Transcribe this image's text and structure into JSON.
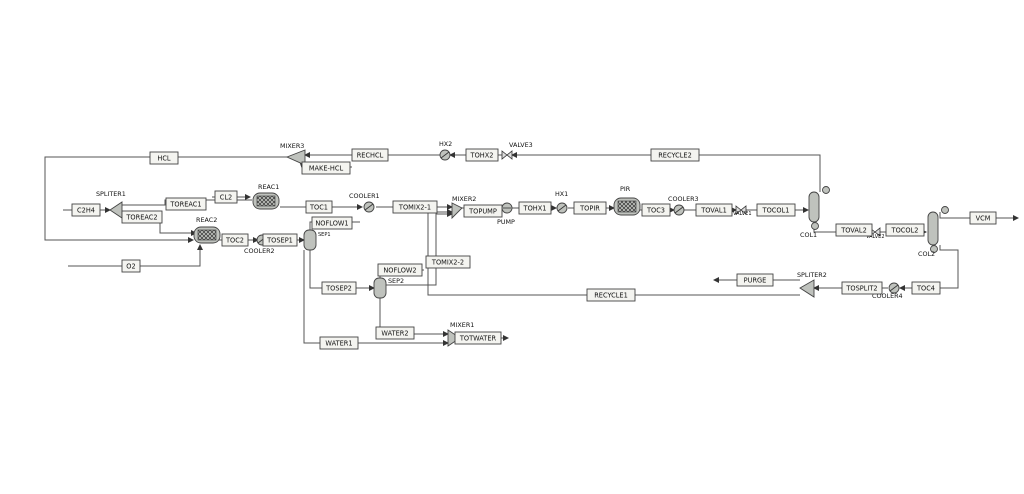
{
  "streams": {
    "hcl": "HCL",
    "c2h4": "C2H4",
    "toreac1": "TOREAC1",
    "toreac2": "TOREAC2",
    "cl2": "CL2",
    "o2": "O2",
    "toc1": "TOC1",
    "toc2": "TOC2",
    "tosep1": "TOSEP1",
    "noflow1": "NOFLOW1",
    "tomix2_1": "TOMIX2-1",
    "topump": "TOPUMP",
    "tohx1": "TOHX1",
    "topir": "TOPIR",
    "toc3": "TOC3",
    "toval1": "TOVAL1",
    "tocol1": "TOCOL1",
    "toval2": "TOVAL2",
    "tocol2": "TOCOL2",
    "vcm": "VCM",
    "make_hcl": "MAKE-HCL",
    "rechcl": "RECHCL",
    "tohx2": "TOHX2",
    "recycle2": "RECYCLE2",
    "tosep2": "TOSEP2",
    "noflow2": "NOFLOW2",
    "tomix2_2": "TOMIX2-2",
    "recycle1": "RECYCLE1",
    "purge": "PURGE",
    "tosplit2": "TOSPLIT2",
    "toc4": "TOC4",
    "water1": "WATER1",
    "water2": "WATER2",
    "totwater": "TOTWATER"
  },
  "units": {
    "spliter1": "SPLITER1",
    "reac1": "REAC1",
    "reac2": "REAC2",
    "cooler1": "COOLER1",
    "cooler2": "COOLER2",
    "mixer2": "MIXER2",
    "pump": "PUMP",
    "hx1": "HX1",
    "pir": "PIR",
    "cooler3": "COOLER3",
    "valve1": "VALVE1",
    "col1": "COL1",
    "valve2": "VALVE2",
    "col2": "COL2",
    "mixer3": "MIXER3",
    "hx2": "HX2",
    "valve3": "VALVE3",
    "sep1": "SEP1",
    "sep2": "SEP2",
    "spliter2": "SPLITER2",
    "cooler4": "COOLER4",
    "mixer1": "MIXER1"
  }
}
